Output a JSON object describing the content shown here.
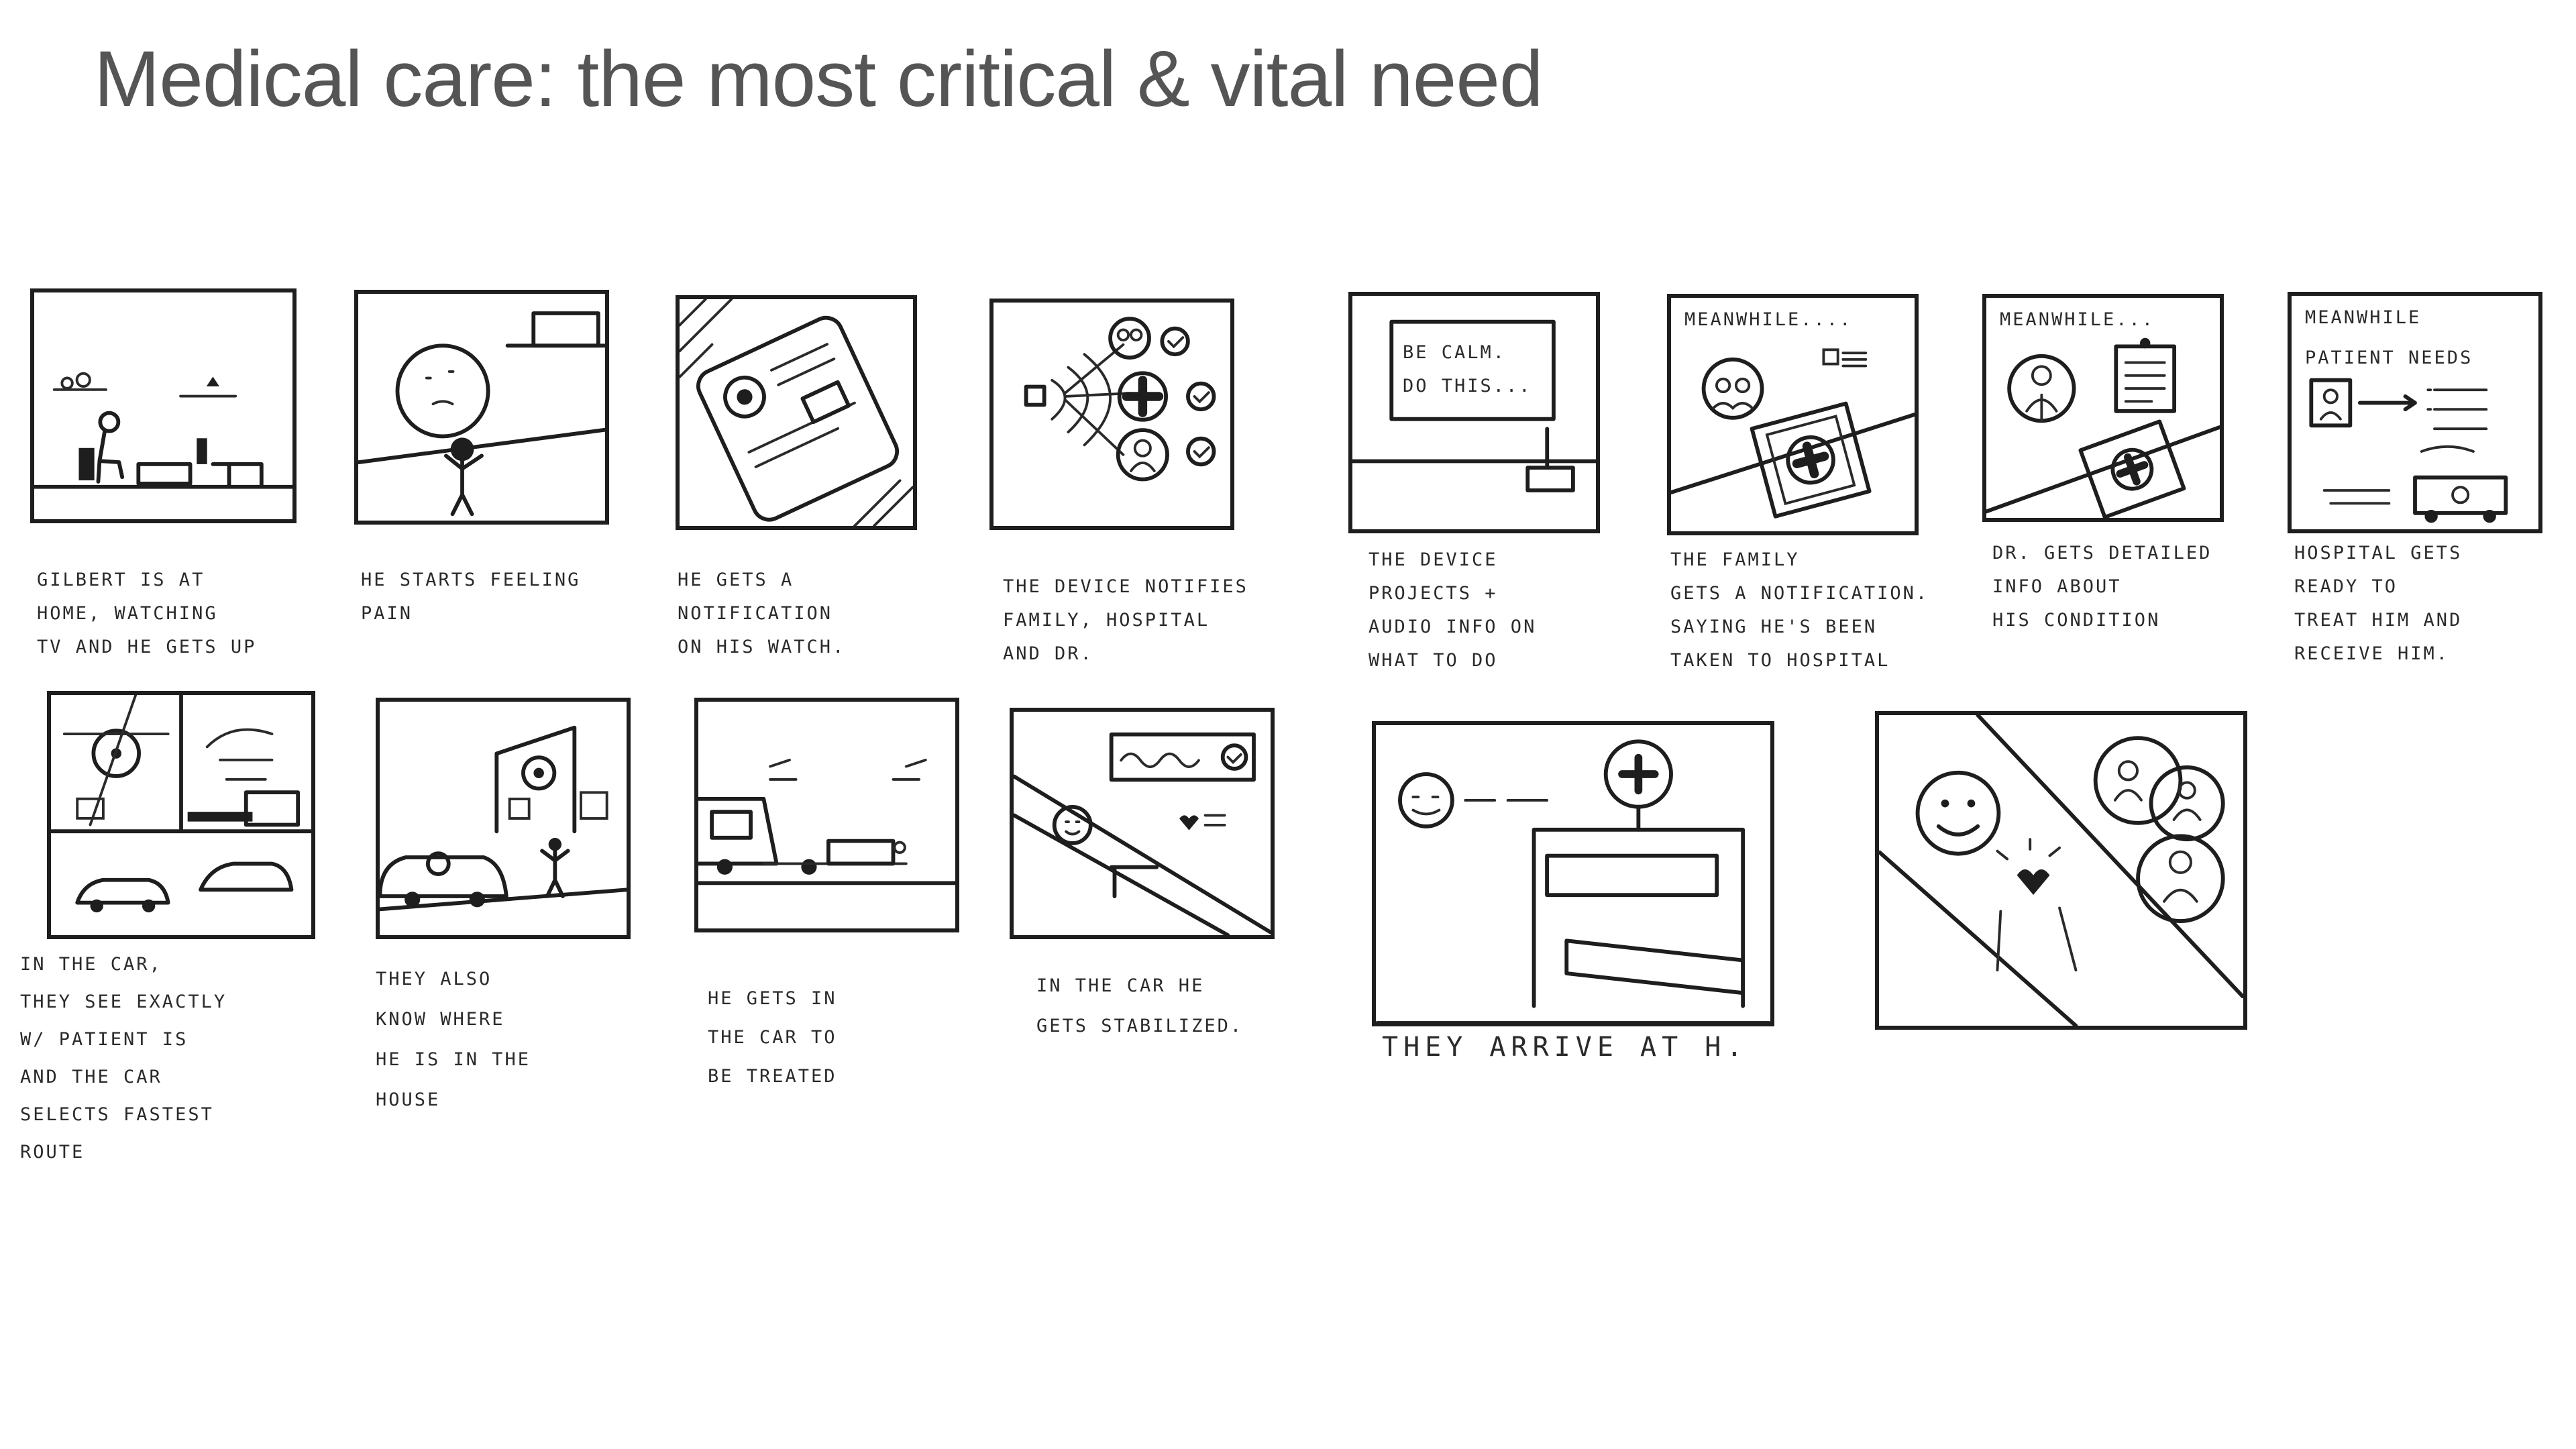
{
  "title": "Medical care: the most critical & vital need",
  "panels": [
    {
      "caption": "Gilbert is at\nhome, watching\nTV and he gets up"
    },
    {
      "caption": "He starts feeling\npain"
    },
    {
      "caption": "He gets a\nnotification\non his watch."
    },
    {
      "caption": "The device notifies\nfamily, hospital\nand Dr."
    },
    {
      "caption": "The device\nprojects +\naudio info on\nwhat to do",
      "screen_text": "BE CALM.\nDO THIS..."
    },
    {
      "caption": "The family\ngets a notification.\nSaying he's been\ntaken to hospital",
      "header": "MEANWHILE...."
    },
    {
      "caption": "Dr. gets detailed\ninfo about\nhis condition",
      "header": "MEANWHILE..."
    },
    {
      "caption": "Hospital gets\nready to\ntreat him and\nreceive him.",
      "header": "MEANWHILE",
      "note": "PATIENT NEEDS"
    },
    {
      "caption": "In the car,\nthey see exactly\nw/ patient is\nand the car\nselects fastest\nroute"
    },
    {
      "caption": "They also\nknow where\nhe is in the\nhouse"
    },
    {
      "caption": "He gets in\nthe car to\nbe treated"
    },
    {
      "caption": "In the car he\ngets stabilized."
    },
    {
      "caption": "They arrive at h."
    },
    {
      "caption": ""
    }
  ],
  "icons": [
    "plus-icon",
    "check-icon",
    "person-icon",
    "heart-icon",
    "watch-icon",
    "car-icon",
    "house-icon",
    "smiley-icon"
  ]
}
